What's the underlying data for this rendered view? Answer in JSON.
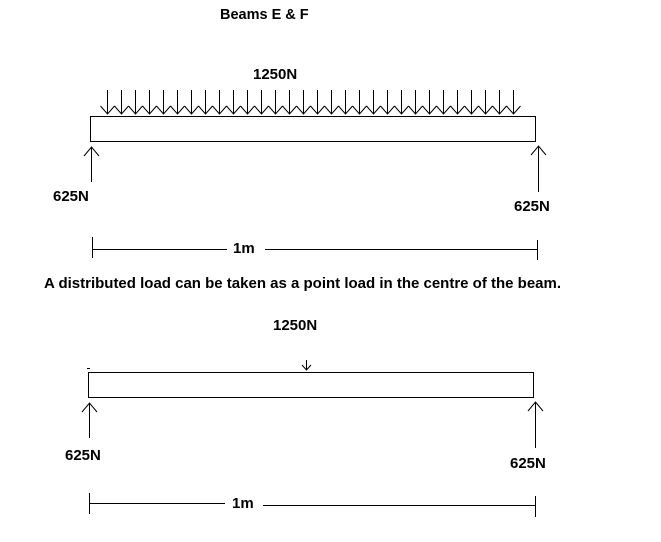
{
  "title": "Beams E & F",
  "colors": {
    "stroke": "#000000",
    "background": "#ffffff",
    "text": "#000000"
  },
  "beam_top": {
    "load_label": "1250N",
    "load_type": "distributed",
    "load_arrow_count": 30,
    "left_reaction_label": "625N",
    "right_reaction_label": "625N",
    "span_label": "1m"
  },
  "caption": "A distributed load can be taken as a point load in the centre of the beam.",
  "beam_bottom": {
    "load_label": "1250N",
    "load_type": "point",
    "left_reaction_label": "625N",
    "right_reaction_label": "625N",
    "span_label": "1m"
  }
}
